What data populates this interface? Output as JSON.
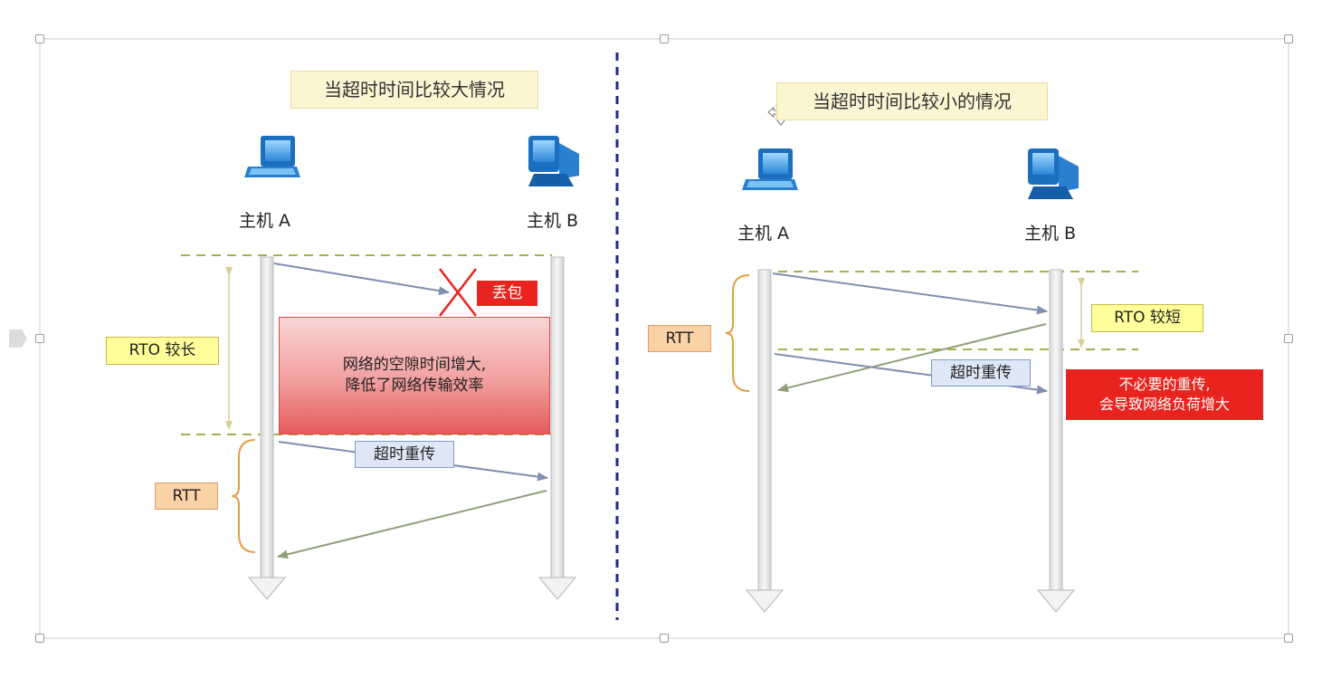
{
  "left": {
    "title": "当超时时间比较大情况",
    "host_a": "主机 A",
    "host_b": "主机 B",
    "rto_label": "RTO 较长",
    "rtt_label": "RTT",
    "loss_tag": "丢包",
    "idle_note_line1": "网络的空隙时间增大,",
    "idle_note_line2": "降低了网络传输效率",
    "retransmit_label": "超时重传"
  },
  "right": {
    "title": "当超时时间比较小的情况",
    "host_a": "主机 A",
    "host_b": "主机 B",
    "rtt_label": "RTT",
    "rto_label": "RTO 较短",
    "retransmit_label": "超时重传",
    "warn_line1": "不必要的重传,",
    "warn_line2": "会导致网络负荷增大"
  },
  "colors": {
    "data_arrow": "#7f8fb0",
    "ack_arrow": "#8fa07a",
    "dashed_line": "#a8b04a",
    "brace": "#e0a040",
    "divider": "#1e2a8a",
    "red": "#e9231d"
  },
  "icons": [
    "laptop-icon",
    "desktop-computer-icon"
  ]
}
